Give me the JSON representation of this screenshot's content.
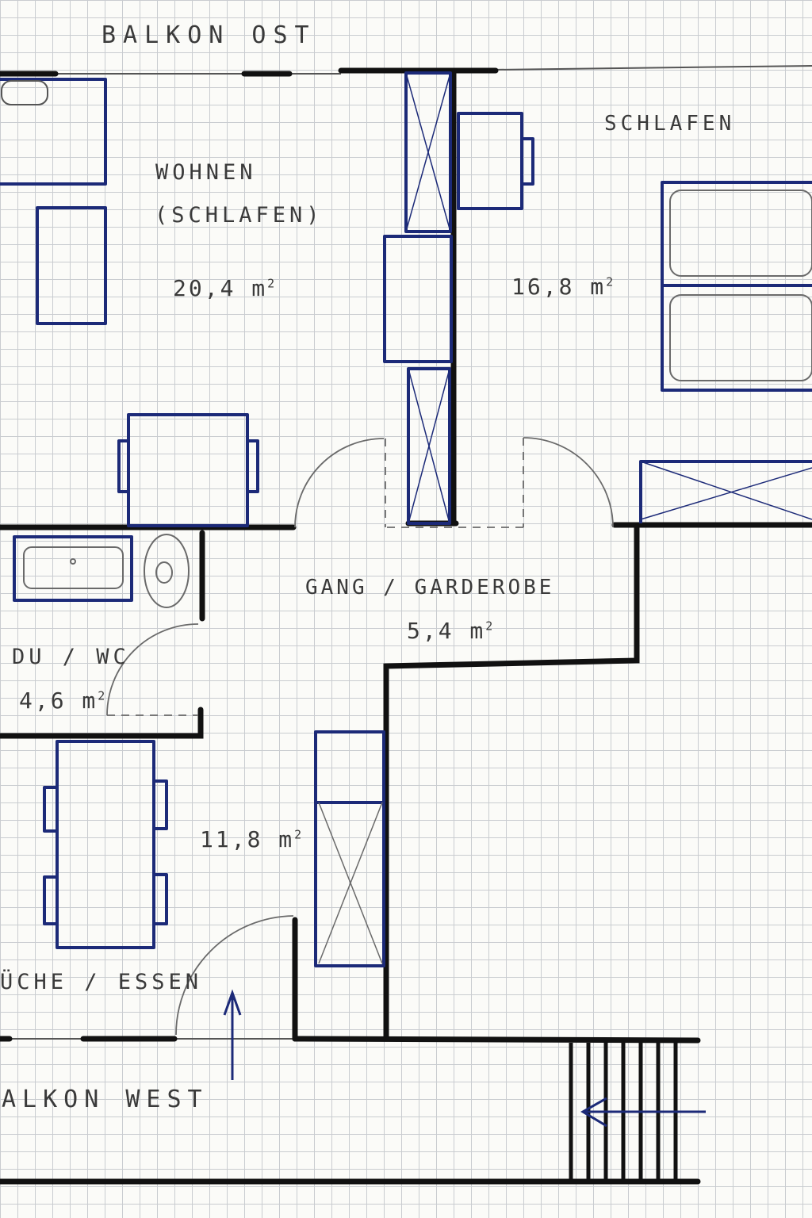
{
  "colors": {
    "wall": "#111111",
    "furniture": "#1c2a78",
    "pencil": "#6a6a6a",
    "grid": "#c9ccd0",
    "paper": "#fbfbf8"
  },
  "labels": {
    "balkon_ost": "BALKON OST",
    "balkon_west": "ALKON WEST",
    "wohnen": "WOHNEN",
    "wohnen_sub": "(SCHLAFEN)",
    "wohnen_area": "20,4 m",
    "schlafen": "SCHLAFEN",
    "schlafen_area": "16,8 m",
    "gang": "GANG / GARDEROBE",
    "gang_area": "5,4 m",
    "bad": "DU / WC",
    "bad_area": "4,6 m",
    "kueche": "ÜCHE / ESSEN",
    "kueche_area": "11,8 m",
    "squared": "2"
  },
  "icons": [
    "entrance-arrow-icon",
    "balcony-arrow-icon",
    "bathtub-icon",
    "toilet-icon",
    "bed-icon",
    "chair-icon"
  ]
}
